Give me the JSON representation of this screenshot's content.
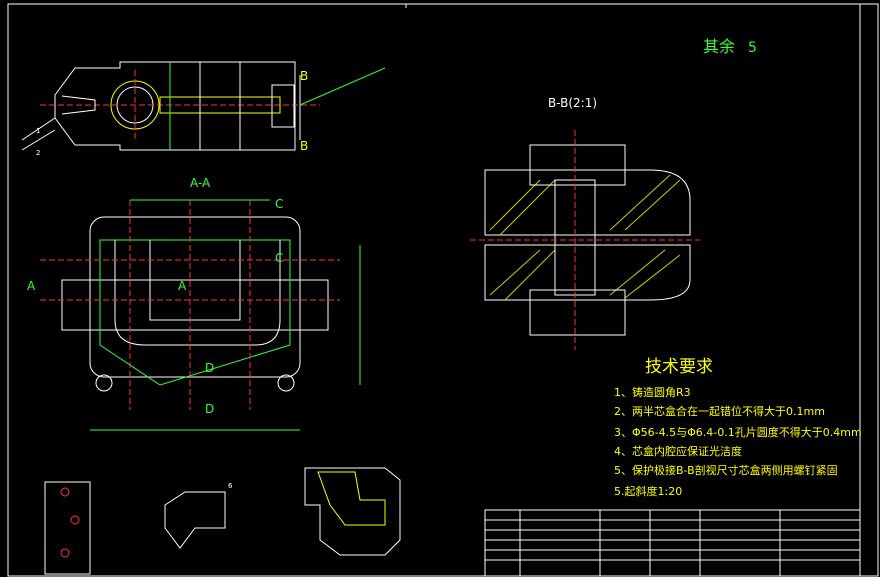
{
  "drawing": {
    "remaining_roughness_label": "其余",
    "remaining_roughness_value": "5",
    "section_bb_label": "B-B(2:1)",
    "section_aa_label": "A-A",
    "cut_labels": {
      "a_left": "A",
      "a_center": "A",
      "b_top": "B",
      "b_bottom": "B",
      "c_top": "C",
      "c_right": "C",
      "d_center": "D",
      "d_bottom": "D"
    },
    "balloon_labels": {
      "one": "1",
      "two": "2",
      "six": "6"
    }
  },
  "tech_requirements": {
    "title": "技术要求",
    "items": [
      "1、铸造圆角R3",
      "2、两半芯盒合在一起错位不得大于0.1mm",
      "3、Φ56-4.5与Φ6.4-0.1孔片圆度不得大于0.4mm",
      "4、芯盒内腔应保证光洁度",
      "5、保护极接B-B剖视尺寸芯盒两侧用螺钉紧固",
      "5.起斜度1:20"
    ]
  },
  "colors": {
    "background": "#000000",
    "outline": "#ffffff",
    "dimension": "#33ff33",
    "centerline": "#ff3333",
    "hatch": "#ffff00",
    "dimension_text": "#33ff33",
    "tech_text": "#ffff00",
    "dim_line": "#0000ff"
  }
}
